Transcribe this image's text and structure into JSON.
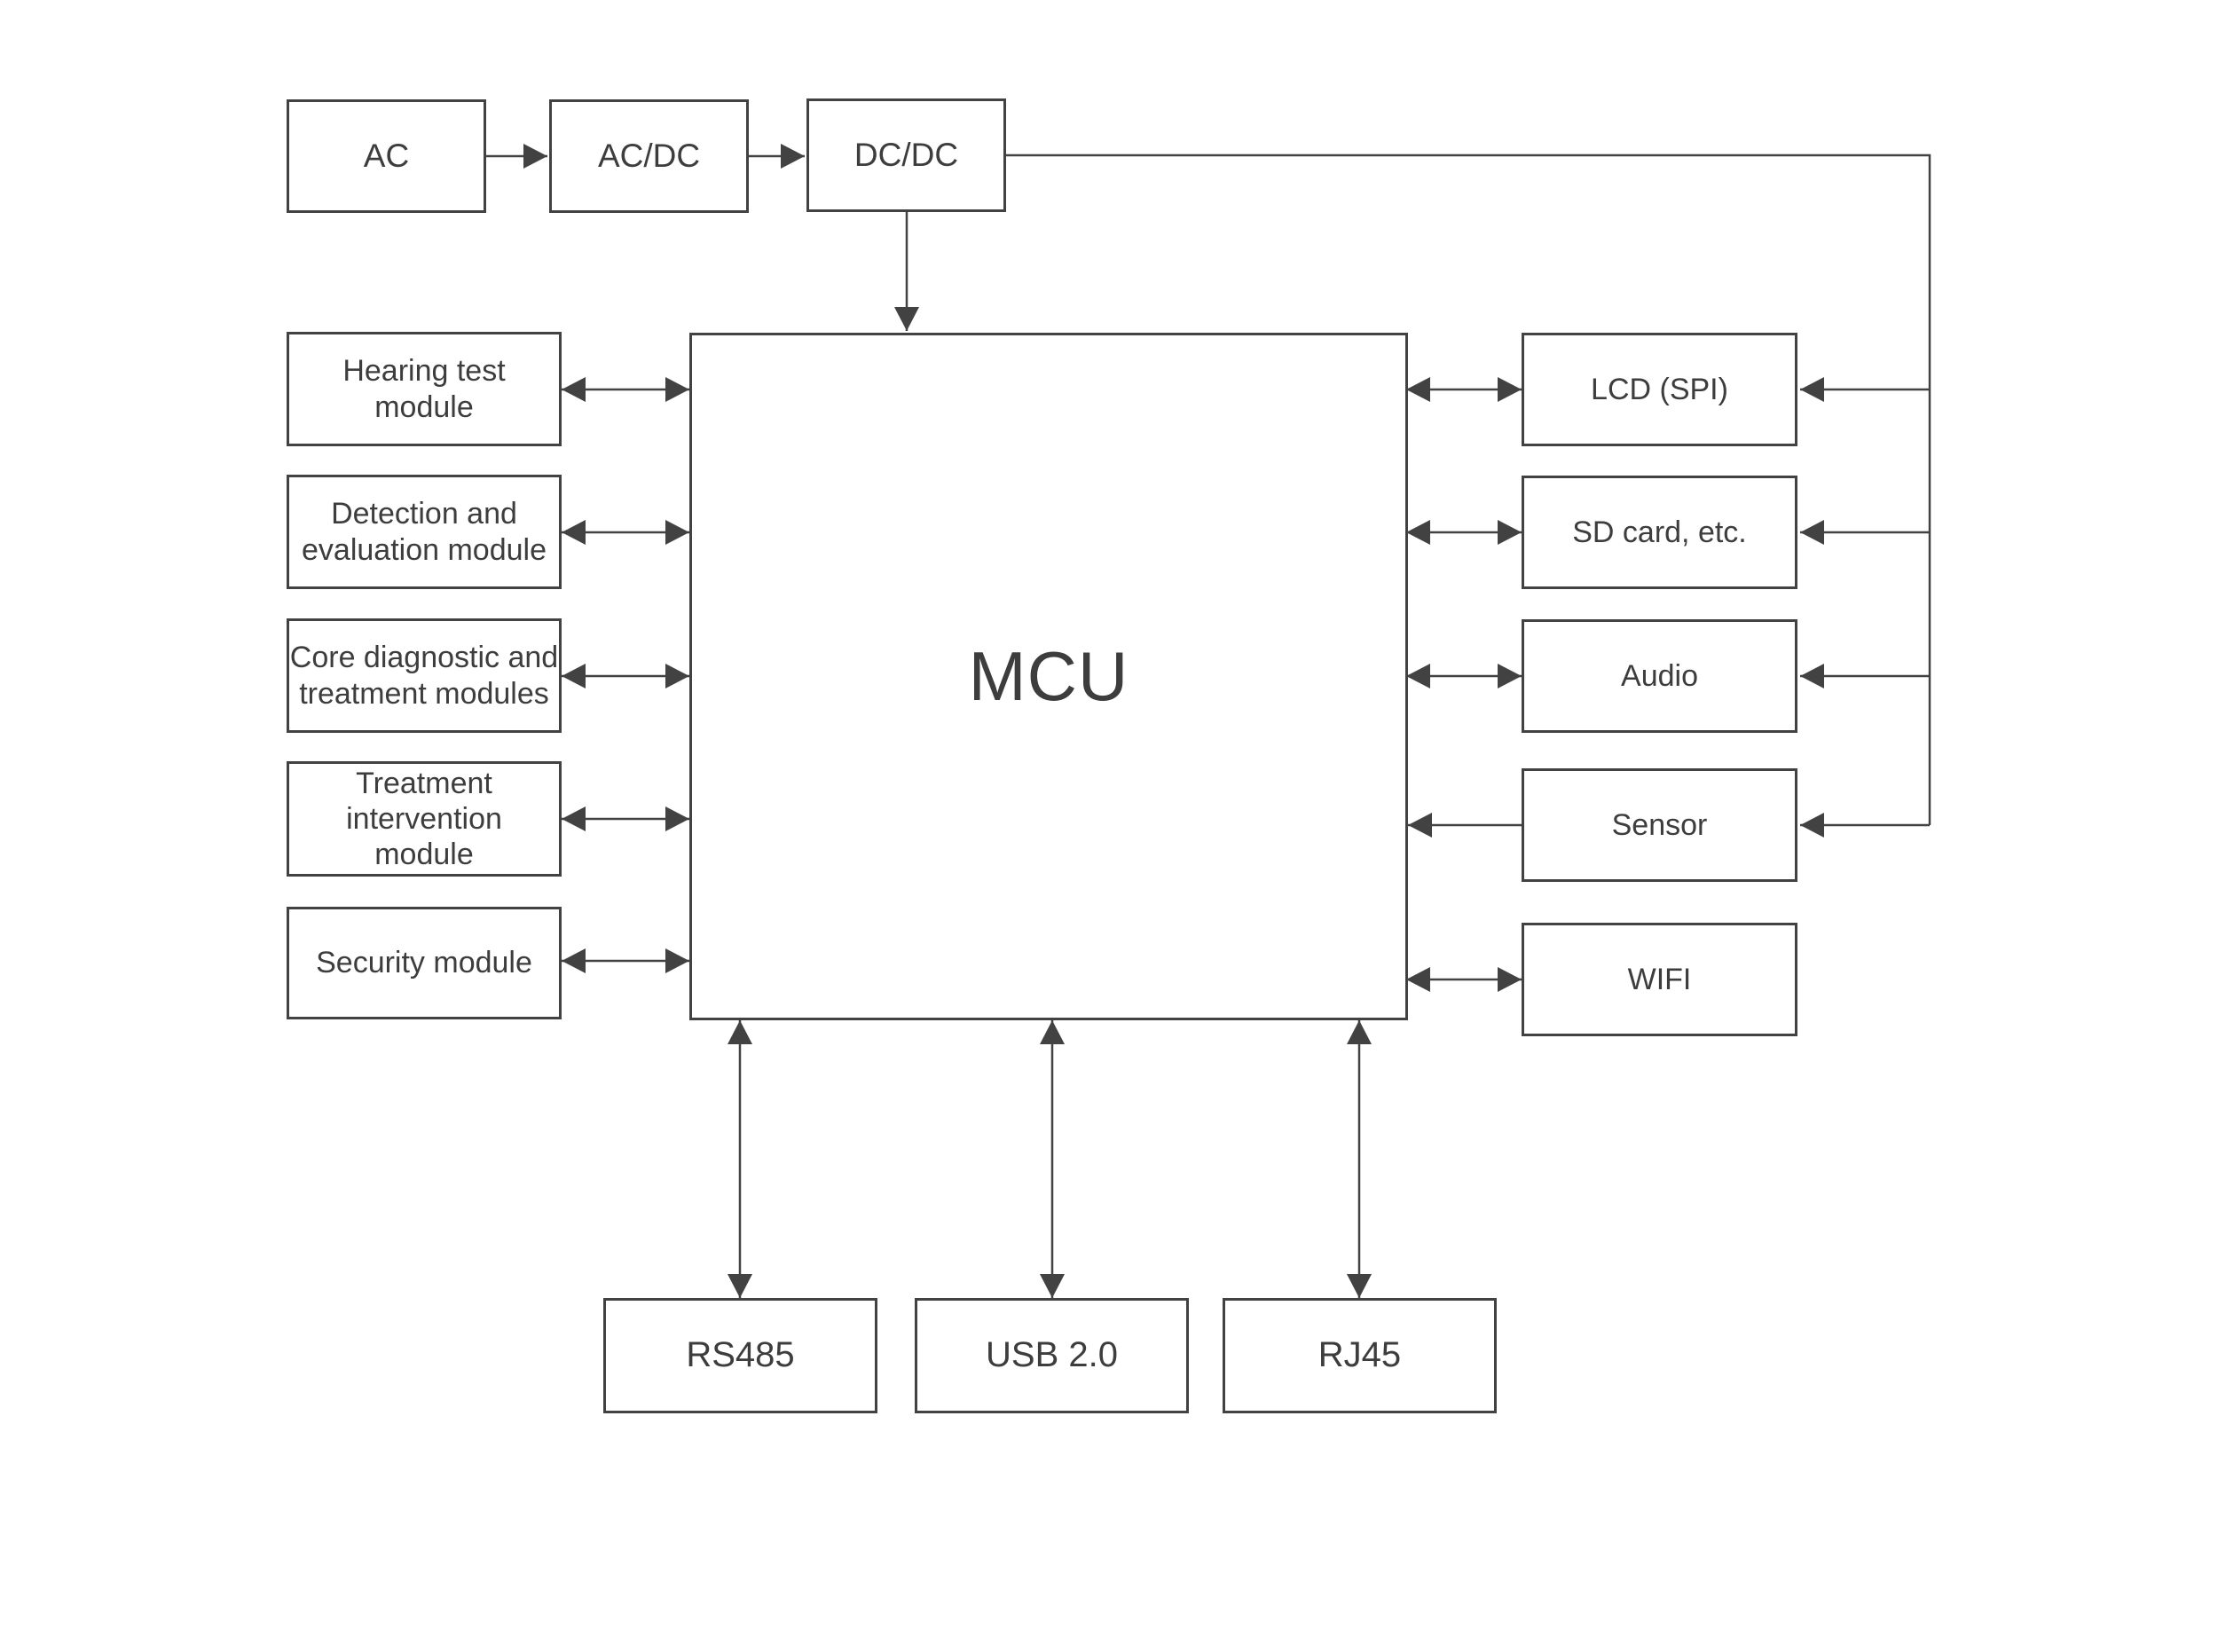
{
  "diagram": {
    "title": "MCU block diagram",
    "background_color": "#ffffff",
    "line_color": "#424242",
    "text_color": "#3d3d3d"
  },
  "nodes": {
    "ac": {
      "label": "AC"
    },
    "acdc": {
      "label": "AC/DC"
    },
    "dcdc": {
      "label": "DC/DC"
    },
    "mcu": {
      "label": "MCU"
    },
    "hearing": {
      "label": "Hearing test\nmodule"
    },
    "detection": {
      "label": "Detection and\nevaluation module"
    },
    "core": {
      "label": "Core diagnostic and\ntreatment modules"
    },
    "treatment": {
      "label": "Treatment\nintervention\nmodule"
    },
    "security": {
      "label": "Security module"
    },
    "lcd": {
      "label": "LCD (SPI)"
    },
    "sdcard": {
      "label": "SD card, etc."
    },
    "audio": {
      "label": "Audio"
    },
    "sensor": {
      "label": "Sensor"
    },
    "wifi": {
      "label": "WIFI"
    },
    "rs485": {
      "label": "RS485"
    },
    "usb": {
      "label": "USB 2.0"
    },
    "rj45": {
      "label": "RJ45"
    }
  },
  "connections": [
    {
      "from": "AC",
      "to": "AC/DC",
      "direction": "one-way"
    },
    {
      "from": "AC/DC",
      "to": "DC/DC",
      "direction": "one-way"
    },
    {
      "from": "DC/DC",
      "to": "MCU",
      "direction": "one-way"
    },
    {
      "from": "DC/DC",
      "to": "LCD (SPI)",
      "direction": "one-way"
    },
    {
      "from": "DC/DC",
      "to": "SD card, etc.",
      "direction": "one-way"
    },
    {
      "from": "DC/DC",
      "to": "Audio",
      "direction": "one-way"
    },
    {
      "from": "DC/DC",
      "to": "Sensor",
      "direction": "one-way"
    },
    {
      "from": "Hearing test module",
      "to": "MCU",
      "direction": "two-way"
    },
    {
      "from": "Detection and evaluation module",
      "to": "MCU",
      "direction": "two-way"
    },
    {
      "from": "Core diagnostic and treatment modules",
      "to": "MCU",
      "direction": "two-way"
    },
    {
      "from": "Treatment intervention module",
      "to": "MCU",
      "direction": "two-way"
    },
    {
      "from": "Security module",
      "to": "MCU",
      "direction": "two-way"
    },
    {
      "from": "MCU",
      "to": "LCD (SPI)",
      "direction": "two-way"
    },
    {
      "from": "MCU",
      "to": "SD card, etc.",
      "direction": "two-way"
    },
    {
      "from": "MCU",
      "to": "Audio",
      "direction": "two-way"
    },
    {
      "from": "Sensor",
      "to": "MCU",
      "direction": "one-way"
    },
    {
      "from": "MCU",
      "to": "WIFI",
      "direction": "two-way"
    },
    {
      "from": "MCU",
      "to": "RS485",
      "direction": "two-way"
    },
    {
      "from": "MCU",
      "to": "USB 2.0",
      "direction": "two-way"
    },
    {
      "from": "MCU",
      "to": "RJ45",
      "direction": "two-way"
    }
  ]
}
